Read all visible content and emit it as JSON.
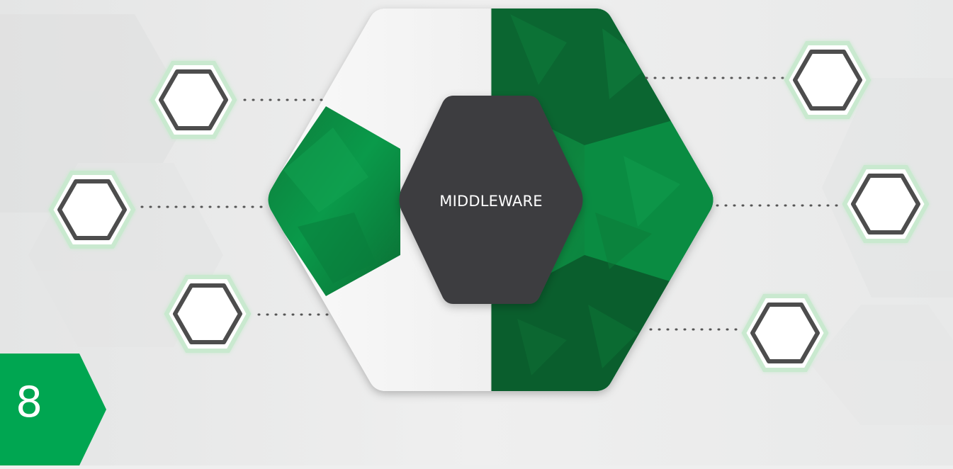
{
  "diagram": {
    "center_label": "MIDDLEWARE",
    "node_icon": "hexagon-outline-icon",
    "left_nodes": 3,
    "right_nodes": 3
  },
  "page": {
    "number": "8"
  },
  "colors": {
    "background": "#eeefef",
    "green_dark": "#0b6b32",
    "green_light": "#08a450",
    "center_hex": "#3e3d41",
    "node_border": "#555555",
    "badge_green": "#00a651"
  }
}
